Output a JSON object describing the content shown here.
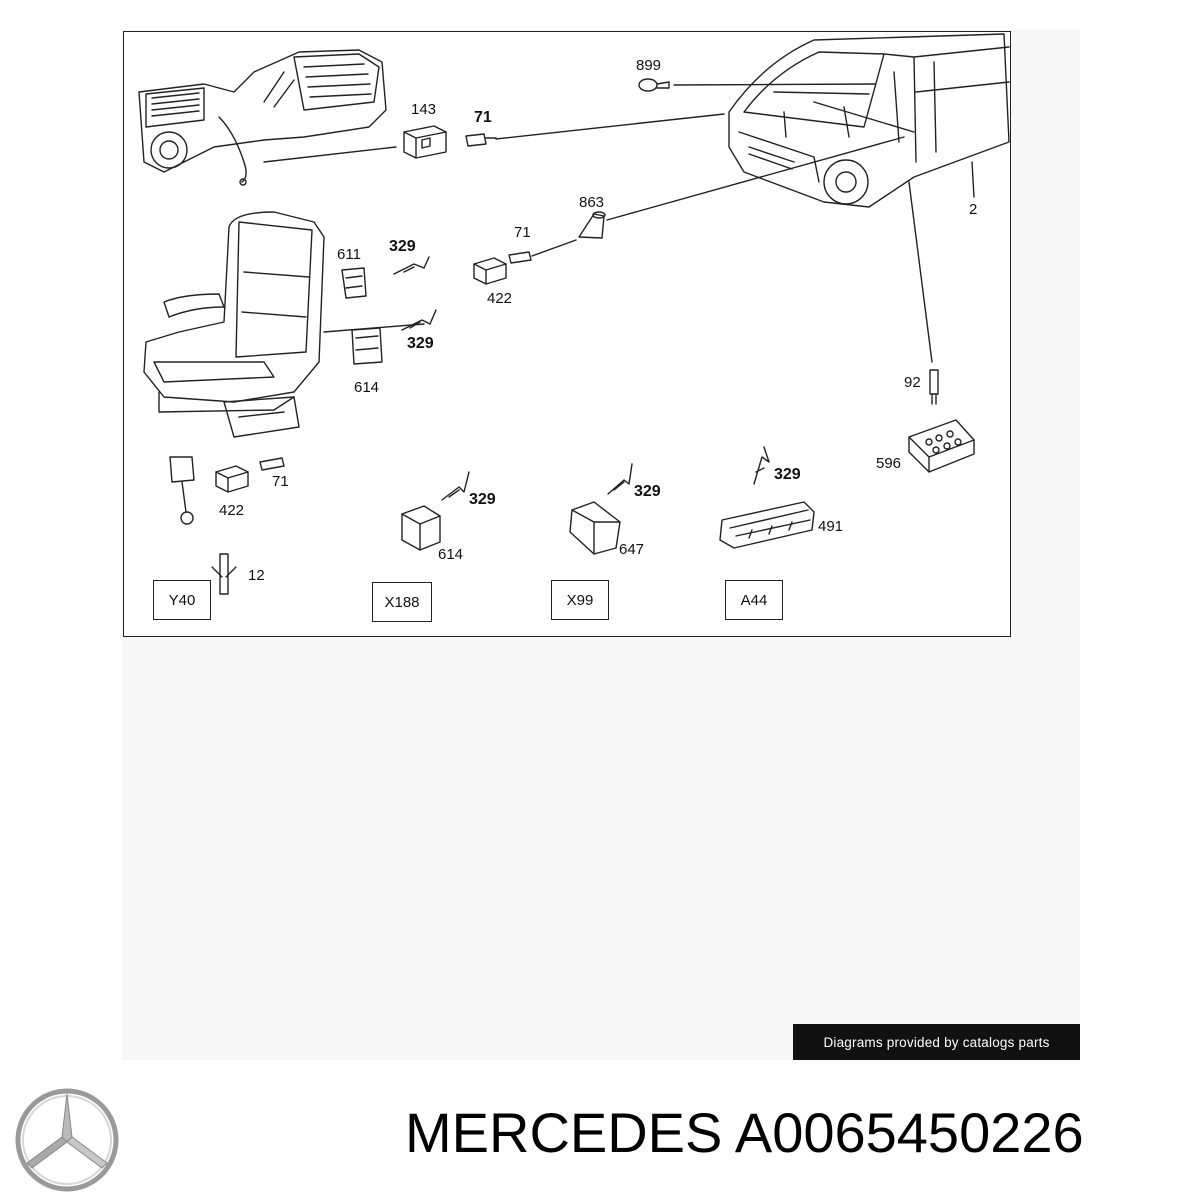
{
  "diagram": {
    "callouts": {
      "c899": "899",
      "c143": "143",
      "c71_top": "71",
      "c863": "863",
      "c2": "2",
      "c611": "611",
      "c329_a": "329",
      "c71_mid": "71",
      "c422_mid": "422",
      "c329_b": "329",
      "c614_left": "614",
      "c92": "92",
      "c596": "596",
      "c71_low": "71",
      "c422_low": "422",
      "c329_c": "329",
      "c614_mid": "614",
      "c329_d": "329",
      "c647": "647",
      "c329_e": "329",
      "c491": "491",
      "c12": "12"
    },
    "groups": [
      "Y40",
      "X188",
      "X99",
      "A44"
    ]
  },
  "credit": "Diagrams provided by catalogs parts",
  "brand": {
    "name": "MERCEDES A0065450226",
    "logo_icon": "mercedes-star-icon"
  }
}
